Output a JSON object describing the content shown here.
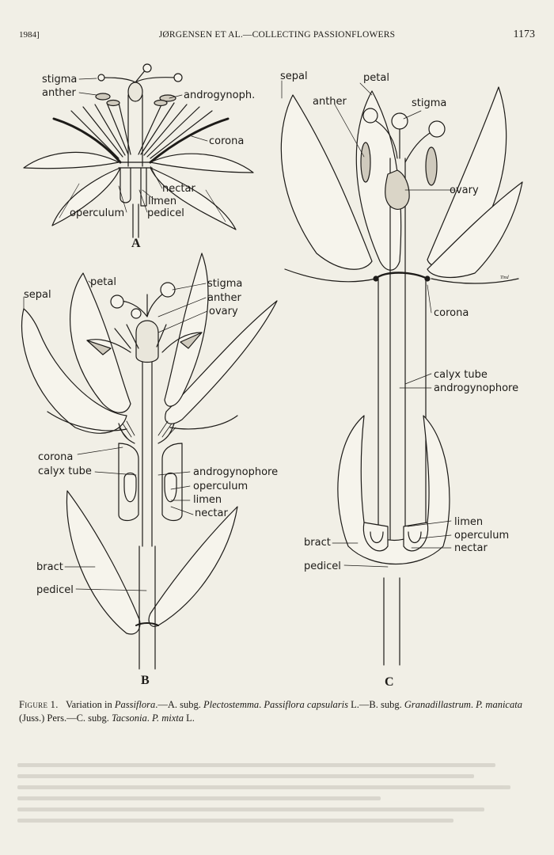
{
  "header": {
    "year": "1984]",
    "running_title": "JØRGENSEN ET AL.—COLLECTING PASSIONFLOWERS",
    "page_number": "1173"
  },
  "figure": {
    "panels": {
      "a": "A",
      "b": "B",
      "c": "C"
    },
    "labels_a": {
      "stigma": "stigma",
      "anther": "anther",
      "androgynoph": "androgynoph.",
      "corona": "corona",
      "nectar": "nectar",
      "limen": "limen",
      "operculum": "operculum",
      "pedicel": "pedicel"
    },
    "labels_b": {
      "petal": "petal",
      "sepal": "sepal",
      "stigma": "stigma",
      "anther": "anther",
      "ovary": "ovary",
      "corona": "corona",
      "calyx_tube": "calyx tube",
      "androgynophore": "androgynophore",
      "operculum": "operculum",
      "limen": "limen",
      "nectar": "nectar",
      "bract": "bract",
      "pedicel": "pedicel"
    },
    "labels_c": {
      "sepal": "sepal",
      "petal": "petal",
      "anther": "anther",
      "stigma": "stigma",
      "ovary": "ovary",
      "corona": "corona",
      "calyx_tube": "calyx tube",
      "androgynophore": "androgynophore",
      "limen": "limen",
      "operculum": "operculum",
      "nectar": "nectar",
      "bract": "bract",
      "pedicel": "pedicel"
    }
  },
  "caption": {
    "figure_label": "Figure 1.",
    "p1": "Variation in ",
    "genus": "Passiflora",
    "p2": ".—A. subg. ",
    "subg_a": "Plectostemma",
    "p3": ". ",
    "species_a": "Passiflora capsularis",
    "p4": " L.—B. subg. ",
    "subg_b": "Granadillastrum",
    "p5": ". ",
    "species_b": "P. manicata",
    "p6": " (Juss.) Pers.—C. subg. ",
    "subg_c": "Tacsonia",
    "p7": ". ",
    "species_c": "P. mixta",
    "p8": " L."
  }
}
